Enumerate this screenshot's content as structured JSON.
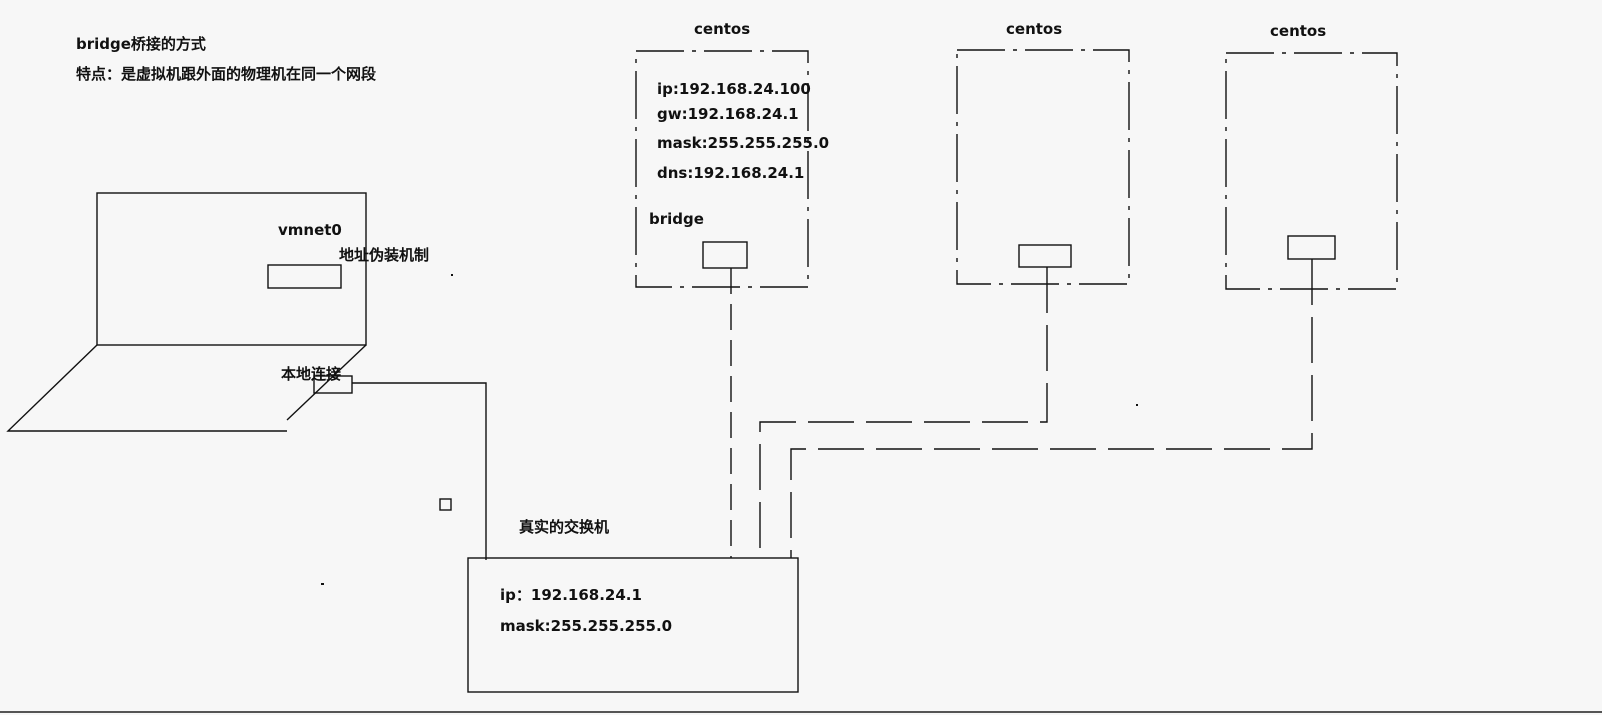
{
  "notes": {
    "title": "bridge桥接的方式",
    "feature": "特点：是虚拟机跟外面的物理机在同一个网段"
  },
  "host": {
    "vmnet_label": "vmnet0",
    "nat_label": "地址伪装机制",
    "local_conn_label": "本地连接"
  },
  "vms": [
    {
      "title": "centos",
      "ip": "ip:192.168.24.100",
      "gw": "gw:192.168.24.1",
      "mask": "mask:255.255.255.0",
      "dns": "dns:192.168.24.1",
      "bridge_label": "bridge"
    },
    {
      "title": "centos"
    },
    {
      "title": "centos"
    }
  ],
  "switch": {
    "title": "真实的交换机",
    "ip": "ip：192.168.24.1",
    "mask": "mask:255.255.255.0"
  },
  "colors": {
    "line": "#111111",
    "background": "#f7f7f7"
  }
}
